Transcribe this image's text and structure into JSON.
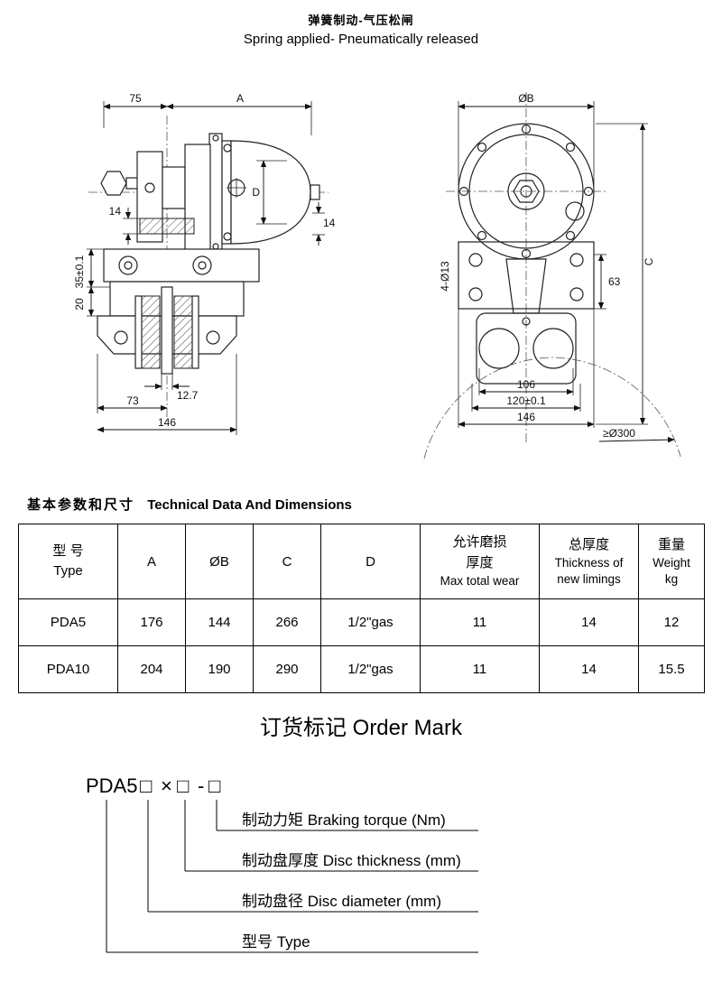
{
  "page_title": {
    "zh": "弹簧制动-气压松闸",
    "en": "Spring applied- Pneumatically released"
  },
  "drawings": {
    "left": {
      "d75": "75",
      "dA": "A",
      "dD": "D",
      "d14_right": "14",
      "d14_left": "14",
      "d35": "35±0.1",
      "d20": "20",
      "d12_7": "12.7",
      "d73": "73",
      "d146": "146"
    },
    "right": {
      "dOB": "ØB",
      "d4x13": "4-Ø13",
      "d63": "63",
      "dC": "C",
      "d106": "106",
      "d120": "120±0.1",
      "d146": "146",
      "d300": "≥Ø300"
    }
  },
  "section_heading": {
    "zh": "基本参数和尺寸",
    "en": "Technical Data And Dimensions"
  },
  "table": {
    "headers": {
      "type_zh": "型  号",
      "type_en": "Type",
      "a": "A",
      "ob": "ØB",
      "c": "C",
      "d": "D",
      "wear_zh1": "允许磨损",
      "wear_zh2": "厚度",
      "wear_en": "Max total wear",
      "thick_zh": "总厚度",
      "thick_en1": "Thickness of",
      "thick_en2": "new limings",
      "weight_zh": "重量",
      "weight_en1": "Weight",
      "weight_en2": "kg"
    },
    "rows": [
      {
        "type": "PDA5",
        "a": "176",
        "ob": "144",
        "c": "266",
        "d": "1/2\"gas",
        "wear": "11",
        "thick": "14",
        "weight": "12"
      },
      {
        "type": "PDA10",
        "a": "204",
        "ob": "190",
        "c": "290",
        "d": "1/2\"gas",
        "wear": "11",
        "thick": "14",
        "weight": "15.5"
      }
    ]
  },
  "order_mark": {
    "heading": "订货标记 Order Mark",
    "prefix": "PDA5",
    "box": "□",
    "times": "×",
    "dash": "-",
    "labels": [
      "制动力矩 Braking torque (Nm)",
      "制动盘厚度 Disc thickness (mm)",
      "制动盘径 Disc diameter (mm)",
      "型号 Type"
    ]
  }
}
